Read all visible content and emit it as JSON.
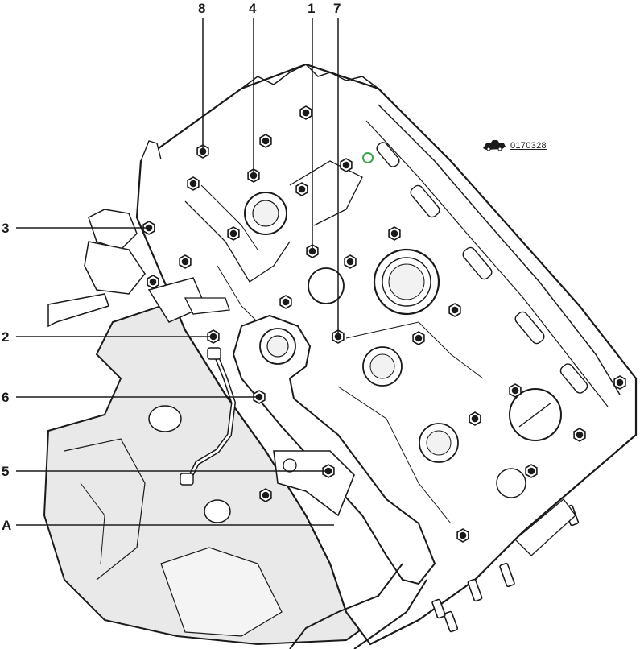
{
  "figure": {
    "reference_code": "0170328",
    "reference_icon": "engine-icon"
  },
  "callouts": [
    {
      "id": "c8",
      "label": "8"
    },
    {
      "id": "c4",
      "label": "4"
    },
    {
      "id": "c1",
      "label": "1"
    },
    {
      "id": "c7",
      "label": "7"
    },
    {
      "id": "c3",
      "label": "3"
    },
    {
      "id": "c2",
      "label": "2"
    },
    {
      "id": "c6",
      "label": "6"
    },
    {
      "id": "c5",
      "label": "5"
    },
    {
      "id": "cA",
      "label": "A"
    }
  ],
  "colors": {
    "line": "#1a1a1a",
    "shade": "#e9e9e9",
    "background": "#ffffff",
    "accent": "#3aa64a"
  }
}
